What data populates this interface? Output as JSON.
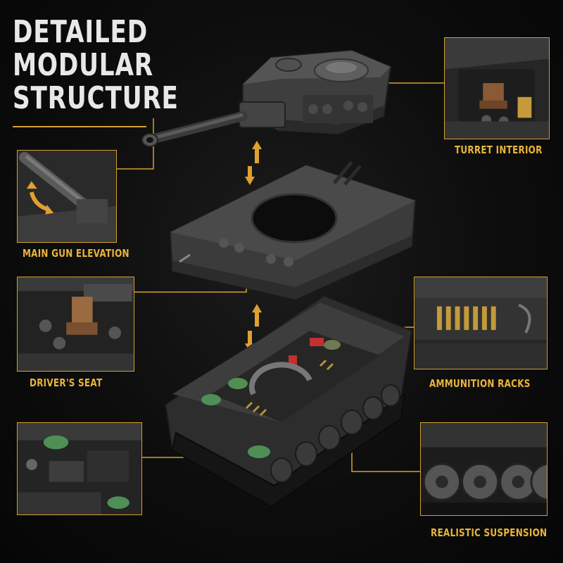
{
  "headline": {
    "line1": "DETAILED",
    "line2": "MODULAR",
    "line3": "STRUCTURE"
  },
  "captions": {
    "turret_interior": "TURRET INTERIOR",
    "main_gun_elevation": "MAIN GUN ELEVATION",
    "drivers_seat": "DRIVER'S SEAT",
    "ammunition_racks": "AMMUNITION RACKS",
    "realistic_suspension": "REALISTIC SUSPENSION"
  },
  "colors": {
    "accent": "#d4a12e",
    "caption": "#e9b43a",
    "headline": "#e8e8e8",
    "background": "#0b0b0b"
  }
}
